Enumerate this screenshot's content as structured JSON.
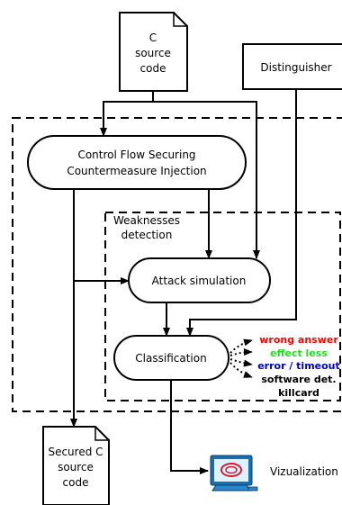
{
  "nodes": {
    "source": [
      "C",
      "source",
      "code"
    ],
    "distinguisher": "Distinguisher",
    "injection": [
      "Control Flow Securing",
      "Countermeasure Injection"
    ],
    "weaknesses": [
      "Weaknesses",
      "detection"
    ],
    "attack": "Attack simulation",
    "classification": "Classification",
    "secured": [
      "Secured C",
      "source",
      "code"
    ],
    "visualization": "Vizualization"
  },
  "outcomes": [
    {
      "label": "wrong answer",
      "color": "#ff0000"
    },
    {
      "label": "effect less",
      "color": "#22dd22"
    },
    {
      "label": "error / timeout",
      "color": "#0000cc"
    },
    {
      "label": "software det.",
      "color": "#000000"
    },
    {
      "label": "killcard",
      "color": "#000000"
    }
  ],
  "icons": {
    "visualization": "monitor-icon"
  }
}
